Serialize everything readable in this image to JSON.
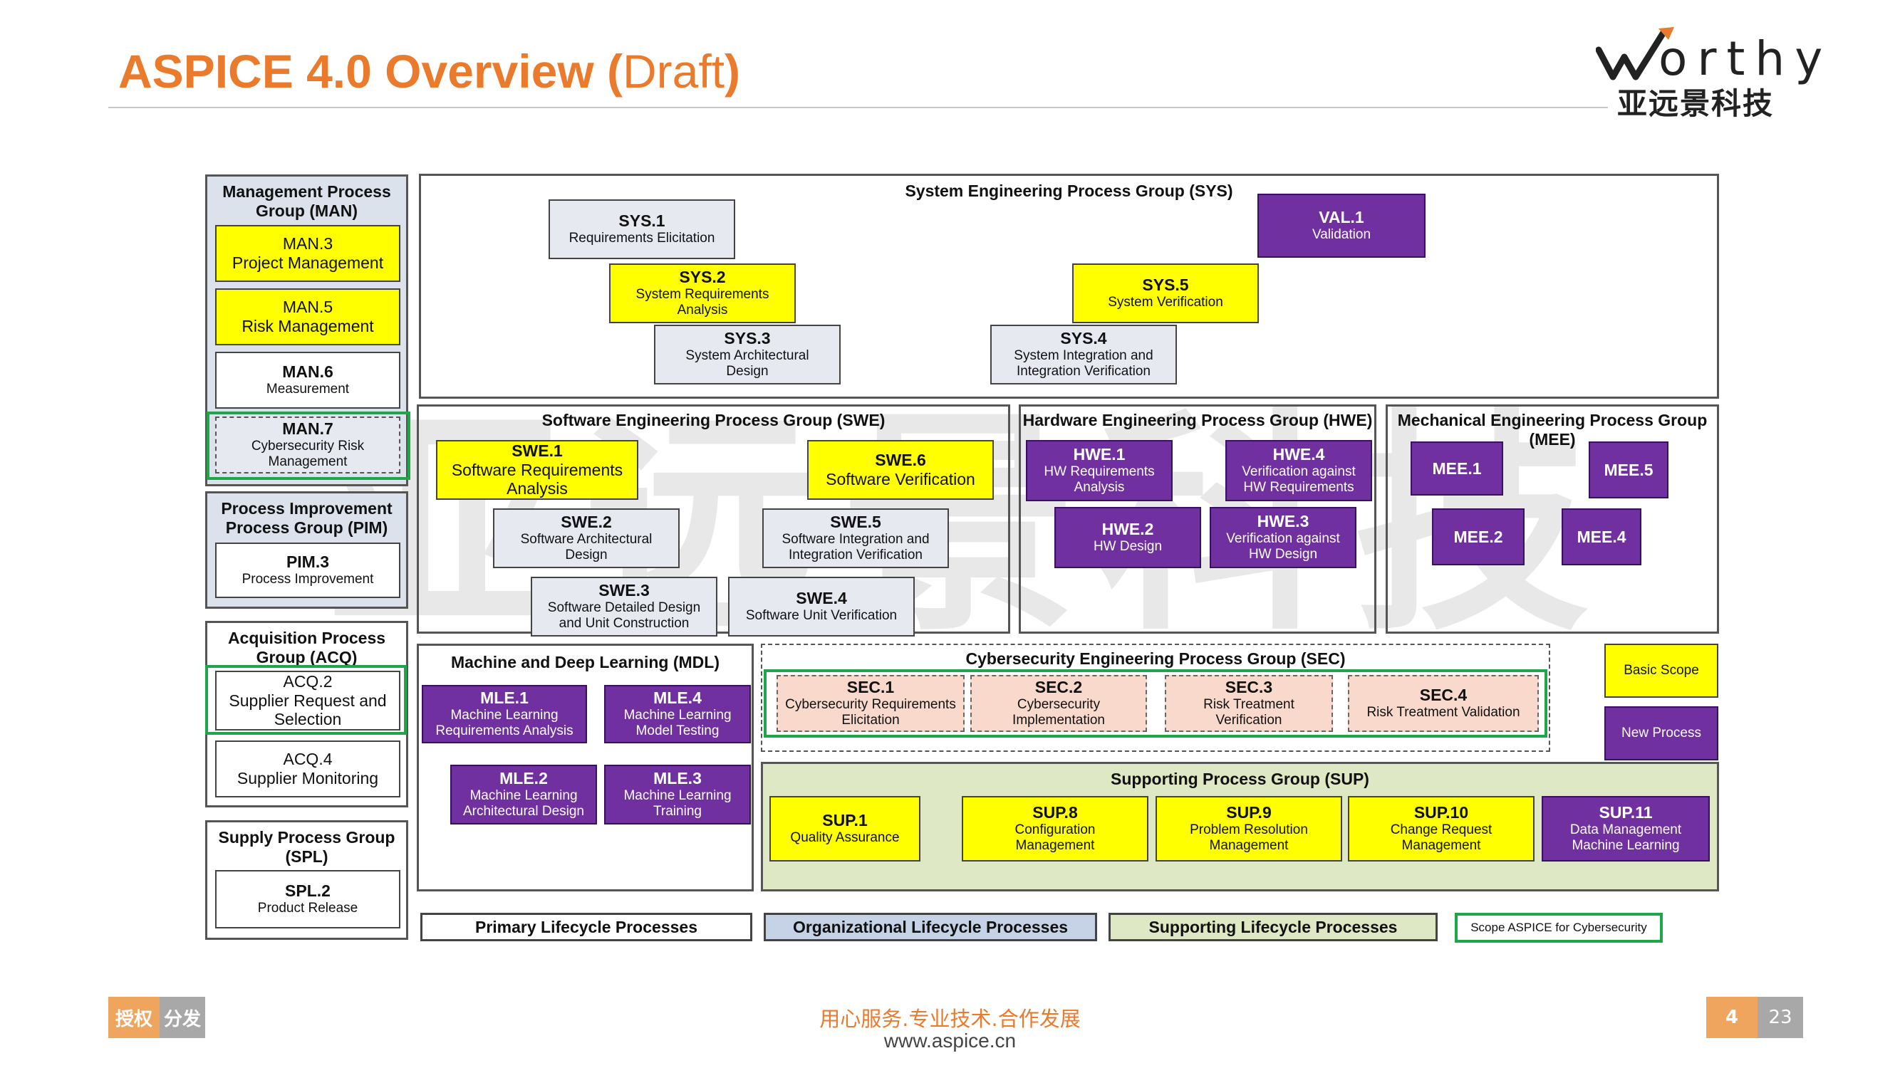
{
  "header": {
    "title_main": "ASPICE  4.0 Overview (",
    "title_draft": "Draft",
    "title_end": ")"
  },
  "logo": {
    "word": "orthy",
    "cn": "亚远景科技"
  },
  "watermark": "亚远景科技",
  "colors": {
    "accent": "#ea7a2c",
    "yellow": "#ffff00",
    "purple": "#7030a0",
    "highlight_green": "#1fa64a",
    "salmon": "#f8d9cb"
  },
  "man": {
    "title": "Management Process Group (MAN)",
    "items": [
      {
        "code": "MAN.3",
        "name": "Project Management"
      },
      {
        "code": "MAN.5",
        "name": "Risk Management"
      },
      {
        "code": "MAN.6",
        "name": "Measurement"
      },
      {
        "code": "MAN.7",
        "name": "Cybersecurity Risk Management"
      }
    ]
  },
  "pim": {
    "title": "Process Improvement Process Group (PIM)",
    "items": [
      {
        "code": "PIM.3",
        "name": "Process Improvement"
      }
    ]
  },
  "acq": {
    "title": "Acquisition Process Group (ACQ)",
    "items": [
      {
        "code": "ACQ.2",
        "name": "Supplier Request and Selection"
      },
      {
        "code": "ACQ.4",
        "name": "Supplier Monitoring"
      }
    ]
  },
  "spl": {
    "title": "Supply Process Group (SPL)",
    "items": [
      {
        "code": "SPL.2",
        "name": "Product Release"
      }
    ]
  },
  "sys": {
    "title": "System Engineering Process Group (SYS)",
    "items": [
      {
        "code": "SYS.1",
        "name": "Requirements Elicitation"
      },
      {
        "code": "SYS.2",
        "name": "System Requirements Analysis"
      },
      {
        "code": "SYS.3",
        "name": "System Architectural Design"
      },
      {
        "code": "SYS.4",
        "name": "System Integration and Integration Verification"
      },
      {
        "code": "SYS.5",
        "name": "System Verification"
      },
      {
        "code": "VAL.1",
        "name": "Validation"
      }
    ]
  },
  "swe": {
    "title": "Software Engineering Process Group (SWE)",
    "items": [
      {
        "code": "SWE.1",
        "name": "Software Requirements Analysis"
      },
      {
        "code": "SWE.2",
        "name": "Software Architectural Design"
      },
      {
        "code": "SWE.3",
        "name": "Software Detailed Design and Unit Construction"
      },
      {
        "code": "SWE.4",
        "name": "Software Unit Verification"
      },
      {
        "code": "SWE.5",
        "name": "Software Integration and Integration Verification"
      },
      {
        "code": "SWE.6",
        "name": "Software Verification"
      }
    ]
  },
  "hwe": {
    "title": "Hardware Engineering Process Group (HWE)",
    "items": [
      {
        "code": "HWE.1",
        "name": "HW Requirements Analysis"
      },
      {
        "code": "HWE.2",
        "name": "HW Design"
      },
      {
        "code": "HWE.3",
        "name": "Verification against HW Design"
      },
      {
        "code": "HWE.4",
        "name": "Verification against HW Requirements"
      }
    ]
  },
  "mee": {
    "title": "Mechanical Engineering Process Group (MEE)",
    "items": [
      {
        "code": "MEE.1"
      },
      {
        "code": "MEE.2"
      },
      {
        "code": "MEE.4"
      },
      {
        "code": "MEE.5"
      }
    ]
  },
  "mdl": {
    "title": "Machine and Deep Learning (MDL)",
    "items": [
      {
        "code": "MLE.1",
        "name": "Machine Learning Requirements Analysis"
      },
      {
        "code": "MLE.2",
        "name": "Machine Learning Architectural Design"
      },
      {
        "code": "MLE.3",
        "name": "Machine Learning Training"
      },
      {
        "code": "MLE.4",
        "name": "Machine Learning Model Testing"
      }
    ]
  },
  "sec": {
    "title": "Cybersecurity Engineering Process Group (SEC)",
    "items": [
      {
        "code": "SEC.1",
        "name": "Cybersecurity Requirements Elicitation"
      },
      {
        "code": "SEC.2",
        "name": "Cybersecurity Implementation"
      },
      {
        "code": "SEC.3",
        "name": "Risk Treatment Verification"
      },
      {
        "code": "SEC.4",
        "name": "Risk Treatment Validation"
      }
    ]
  },
  "sup": {
    "title": "Supporting Process Group (SUP)",
    "items": [
      {
        "code": "SUP.1",
        "name": "Quality Assurance"
      },
      {
        "code": "SUP.8",
        "name": "Configuration Management"
      },
      {
        "code": "SUP.9",
        "name": "Problem Resolution Management"
      },
      {
        "code": "SUP.10",
        "name": "Change Request Management"
      },
      {
        "code": "SUP.11",
        "name": "Data Management Machine Learning"
      }
    ]
  },
  "legend": {
    "basic_scope": "Basic Scope",
    "new_process": "New Process",
    "primary": "Primary Lifecycle Processes",
    "organizational": "Organizational Lifecycle Processes",
    "supporting": "Supporting Lifecycle Processes",
    "cyber_scope": "Scope ASPICE for Cybersecurity"
  },
  "footer": {
    "slogan": "用心服务.专业技术.合作发展",
    "url": "www.aspice.cn",
    "badge_left_1": "授权",
    "badge_left_2": "分发",
    "page_current": "4",
    "page_total": "23"
  }
}
